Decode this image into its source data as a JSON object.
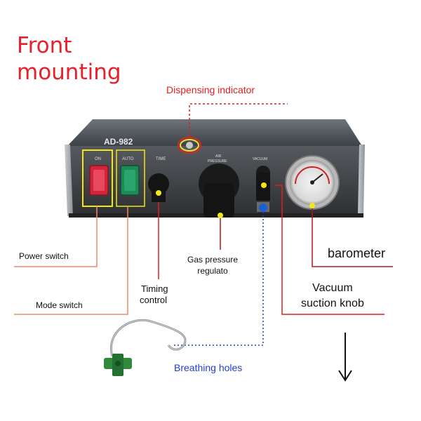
{
  "title": {
    "line1": "Front",
    "line2": "mounting"
  },
  "callouts": {
    "dispensing_indicator": "Dispensing indicator",
    "power_switch": "Power switch",
    "mode_switch": "Mode switch",
    "timing_control_1": "Timing",
    "timing_control_2": "control",
    "gas_pressure_1": "Gas pressure",
    "gas_pressure_2": "regulato",
    "barometer": "barometer",
    "vacuum_1": "Vacuum",
    "vacuum_2": "suction knob",
    "breathing_holes": "Breathing holes"
  },
  "panel_text": {
    "model": "AD-982",
    "switch_on": "ON",
    "switch_auto": "AUTO",
    "time": "TIME",
    "air_pressure_1": "AIR",
    "air_pressure_2": "PRESSURE",
    "vacuum": "VACUUM"
  },
  "colors": {
    "title": "#e8202a",
    "callout_red": "#e01e1e",
    "breathing_blue": "#1f3fd6",
    "leader_salmon": "#f08a6a",
    "leader_dark_red": "#b01818",
    "highlight_yellow": "#f2e614"
  },
  "icons": {
    "down_arrow": "down-arrow-icon"
  }
}
